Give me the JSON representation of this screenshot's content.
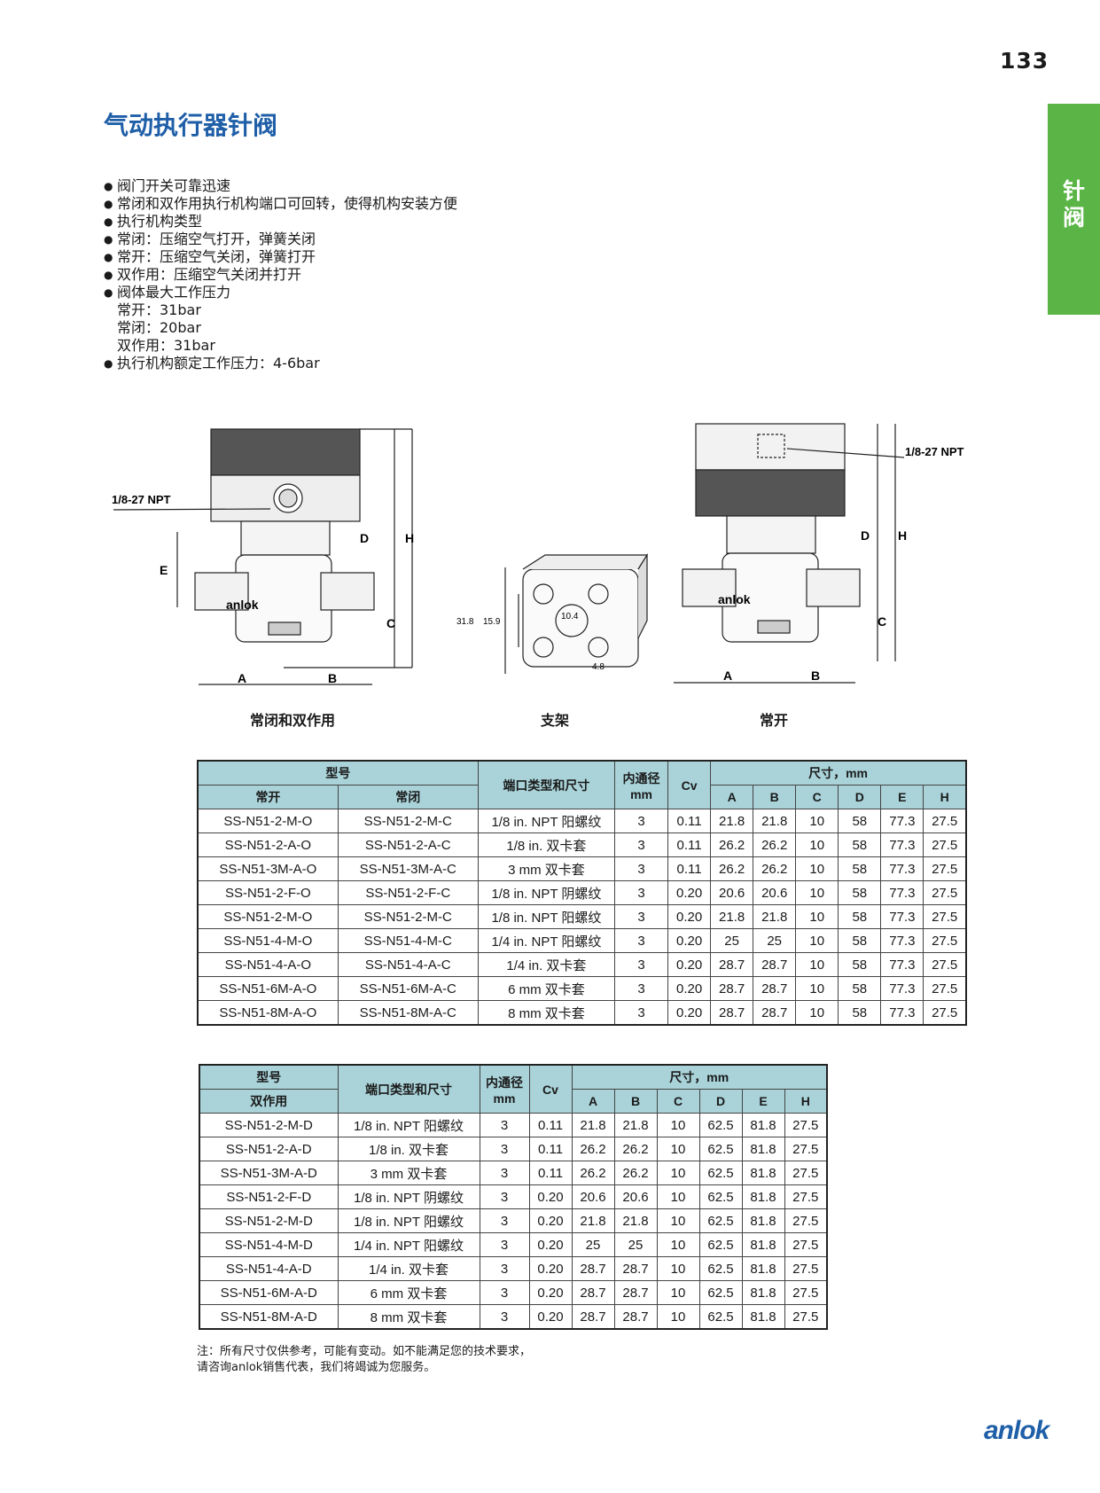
{
  "page_number": "133",
  "side_tab": [
    "针",
    "阀"
  ],
  "title": "气动执行器针阀",
  "features": [
    {
      "bullet": true,
      "text": "阀门开关可靠迅速"
    },
    {
      "bullet": true,
      "text": "常闭和双作用执行机构端口可回转，使得机构安装方便"
    },
    {
      "bullet": true,
      "text": "执行机构类型"
    },
    {
      "bullet": true,
      "text": "常闭：压缩空气打开，弹簧关闭"
    },
    {
      "bullet": true,
      "text": "常开：压缩空气关闭，弹簧打开"
    },
    {
      "bullet": true,
      "text": "双作用：压缩空气关闭并打开"
    },
    {
      "bullet": true,
      "text": "阀体最大工作压力"
    },
    {
      "bullet": false,
      "text": "常开：31bar"
    },
    {
      "bullet": false,
      "text": "常闭：20bar"
    },
    {
      "bullet": false,
      "text": "双作用：31bar"
    },
    {
      "bullet": true,
      "text": "执行机构额定工作压力：4-6bar"
    }
  ],
  "drawing": {
    "port_label": "1/8-27 NPT",
    "body_logo": "anlok",
    "dims": {
      "A": "A",
      "B": "B",
      "C": "C",
      "D": "D",
      "E": "E",
      "H": "H"
    },
    "bracket_dims": [
      "31.8",
      "15.9",
      "10.4",
      "4.8"
    ],
    "captions": [
      "常闭和双作用",
      "支架",
      "常开"
    ]
  },
  "table1": {
    "header_model": "型号",
    "header_no": "常开",
    "header_nc": "常闭",
    "header_port": "端口类型和尺寸",
    "header_orifice": "内通径 mm",
    "header_cv": "Cv",
    "header_dims": "尺寸，mm",
    "dim_cols": [
      "A",
      "B",
      "C",
      "D",
      "E",
      "H"
    ],
    "rows": [
      [
        "SS-N51-2-M-O",
        "SS-N51-2-M-C",
        "1/8 in. NPT 阳螺纹",
        "3",
        "0.11",
        "21.8",
        "21.8",
        "10",
        "58",
        "77.3",
        "27.5"
      ],
      [
        "SS-N51-2-A-O",
        "SS-N51-2-A-C",
        "1/8 in. 双卡套",
        "3",
        "0.11",
        "26.2",
        "26.2",
        "10",
        "58",
        "77.3",
        "27.5"
      ],
      [
        "SS-N51-3M-A-O",
        "SS-N51-3M-A-C",
        "3 mm 双卡套",
        "3",
        "0.11",
        "26.2",
        "26.2",
        "10",
        "58",
        "77.3",
        "27.5"
      ],
      [
        "SS-N51-2-F-O",
        "SS-N51-2-F-C",
        "1/8 in. NPT 阴螺纹",
        "3",
        "0.20",
        "20.6",
        "20.6",
        "10",
        "58",
        "77.3",
        "27.5"
      ],
      [
        "SS-N51-2-M-O",
        "SS-N51-2-M-C",
        "1/8 in. NPT 阳螺纹",
        "3",
        "0.20",
        "21.8",
        "21.8",
        "10",
        "58",
        "77.3",
        "27.5"
      ],
      [
        "SS-N51-4-M-O",
        "SS-N51-4-M-C",
        "1/4 in. NPT 阳螺纹",
        "3",
        "0.20",
        "25",
        "25",
        "10",
        "58",
        "77.3",
        "27.5"
      ],
      [
        "SS-N51-4-A-O",
        "SS-N51-4-A-C",
        "1/4 in. 双卡套",
        "3",
        "0.20",
        "28.7",
        "28.7",
        "10",
        "58",
        "77.3",
        "27.5"
      ],
      [
        "SS-N51-6M-A-O",
        "SS-N51-6M-A-C",
        "6 mm 双卡套",
        "3",
        "0.20",
        "28.7",
        "28.7",
        "10",
        "58",
        "77.3",
        "27.5"
      ],
      [
        "SS-N51-8M-A-O",
        "SS-N51-8M-A-C",
        "8 mm 双卡套",
        "3",
        "0.20",
        "28.7",
        "28.7",
        "10",
        "58",
        "77.3",
        "27.5"
      ]
    ]
  },
  "table2": {
    "header_model": "型号",
    "header_da": "双作用",
    "header_port": "端口类型和尺寸",
    "header_orifice": "内通径 mm",
    "header_cv": "Cv",
    "header_dims": "尺寸，mm",
    "dim_cols": [
      "A",
      "B",
      "C",
      "D",
      "E",
      "H"
    ],
    "rows": [
      [
        "SS-N51-2-M-D",
        "1/8 in. NPT 阳螺纹",
        "3",
        "0.11",
        "21.8",
        "21.8",
        "10",
        "62.5",
        "81.8",
        "27.5"
      ],
      [
        "SS-N51-2-A-D",
        "1/8 in. 双卡套",
        "3",
        "0.11",
        "26.2",
        "26.2",
        "10",
        "62.5",
        "81.8",
        "27.5"
      ],
      [
        "SS-N51-3M-A-D",
        "3 mm 双卡套",
        "3",
        "0.11",
        "26.2",
        "26.2",
        "10",
        "62.5",
        "81.8",
        "27.5"
      ],
      [
        "SS-N51-2-F-D",
        "1/8 in. NPT 阴螺纹",
        "3",
        "0.20",
        "20.6",
        "20.6",
        "10",
        "62.5",
        "81.8",
        "27.5"
      ],
      [
        "SS-N51-2-M-D",
        "1/8 in. NPT 阳螺纹",
        "3",
        "0.20",
        "21.8",
        "21.8",
        "10",
        "62.5",
        "81.8",
        "27.5"
      ],
      [
        "SS-N51-4-M-D",
        "1/4 in. NPT 阳螺纹",
        "3",
        "0.20",
        "25",
        "25",
        "10",
        "62.5",
        "81.8",
        "27.5"
      ],
      [
        "SS-N51-4-A-D",
        "1/4 in. 双卡套",
        "3",
        "0.20",
        "28.7",
        "28.7",
        "10",
        "62.5",
        "81.8",
        "27.5"
      ],
      [
        "SS-N51-6M-A-D",
        "6 mm 双卡套",
        "3",
        "0.20",
        "28.7",
        "28.7",
        "10",
        "62.5",
        "81.8",
        "27.5"
      ],
      [
        "SS-N51-8M-A-D",
        "8 mm 双卡套",
        "3",
        "0.20",
        "28.7",
        "28.7",
        "10",
        "62.5",
        "81.8",
        "27.5"
      ]
    ]
  },
  "note": [
    "注：所有尺寸仅供参考，可能有变动。如不能满足您的技术要求，",
    "请咨询anlok销售代表，我们将竭诚为您服务。"
  ],
  "brand": "anlok",
  "colors": {
    "accent_green": "#5bb546",
    "title_blue": "#1f5fa8",
    "table_header": "#a9d3d9"
  }
}
